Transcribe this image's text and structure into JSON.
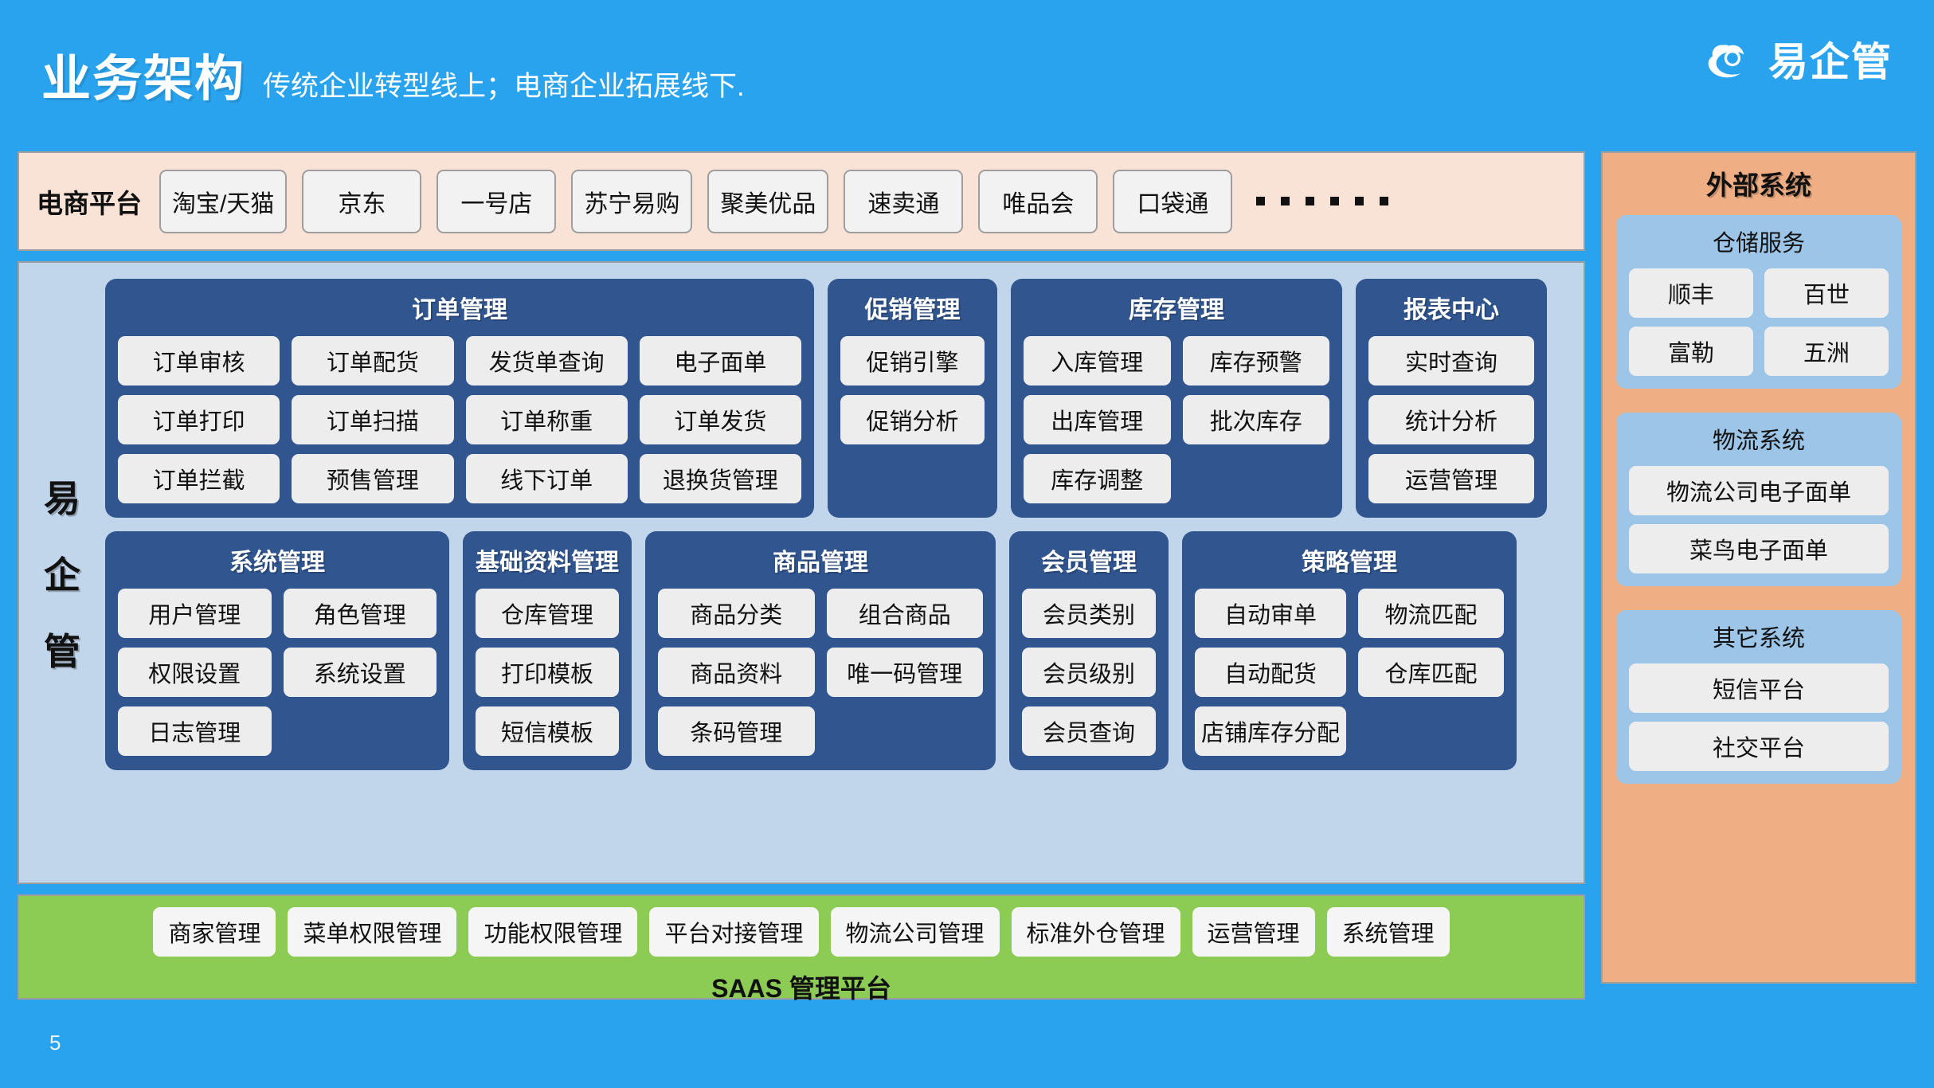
{
  "header": {
    "title": "业务架构",
    "subtitle": "传统企业转型线上；电商企业拓展线下.",
    "logo_text": "易企管",
    "logo_icon": "cloud-icon"
  },
  "colors": {
    "background": "#2AA3EF",
    "ecommerce_strip": "#F9E3D6",
    "panel": "#C2D6EB",
    "card": "#31568F",
    "chip": "#EDEDED",
    "saas": "#8CCC55",
    "external": "#F0AE84",
    "external_group": "#9CC5E8"
  },
  "ecommerce": {
    "label": "电商平台",
    "items": [
      "淘宝/天猫",
      "京东",
      "一号店",
      "苏宁易购",
      "聚美优品",
      "速卖通",
      "唯品会",
      "口袋通"
    ],
    "ellipsis_dots": 6
  },
  "brand_vertical": [
    "易",
    "企",
    "管"
  ],
  "panel_rows": [
    [
      {
        "title": "订单管理",
        "columns": 4,
        "items": [
          "订单审核",
          "订单配货",
          "发货单查询",
          "电子面单",
          "订单打印",
          "订单扫描",
          "订单称重",
          "订单发货",
          "订单拦截",
          "预售管理",
          "线下订单",
          "退换货管理"
        ]
      },
      {
        "title": "促销管理",
        "columns": 1,
        "items": [
          "促销引擎",
          "促销分析"
        ]
      },
      {
        "title": "库存管理",
        "columns": 2,
        "items": [
          "入库管理",
          "库存预警",
          "出库管理",
          "批次库存",
          "库存调整"
        ]
      },
      {
        "title": "报表中心",
        "columns": 1,
        "items": [
          "实时查询",
          "统计分析",
          "运营管理"
        ]
      }
    ],
    [
      {
        "title": "系统管理",
        "columns": 2,
        "items": [
          "用户管理",
          "角色管理",
          "权限设置",
          "系统设置",
          "日志管理"
        ]
      },
      {
        "title": "基础资料管理",
        "columns": 1,
        "items": [
          "仓库管理",
          "打印模板",
          "短信模板"
        ]
      },
      {
        "title": "商品管理",
        "columns": 2,
        "items": [
          "商品分类",
          "组合商品",
          "商品资料",
          "唯一码管理",
          "条码管理"
        ]
      },
      {
        "title": "会员管理",
        "columns": 1,
        "items": [
          "会员类别",
          "会员级别",
          "会员查询"
        ]
      },
      {
        "title": "策略管理",
        "columns": 2,
        "items": [
          "自动审单",
          "物流匹配",
          "自动配货",
          "仓库匹配",
          "店铺库存分配"
        ]
      }
    ]
  ],
  "saas": {
    "title": "SAAS 管理平台",
    "items": [
      "商家管理",
      "菜单权限管理",
      "功能权限管理",
      "平台对接管理",
      "物流公司管理",
      "标准外仓管理",
      "运营管理",
      "系统管理"
    ]
  },
  "external": {
    "title": "外部系统",
    "groups": [
      {
        "title": "仓储服务",
        "columns": 2,
        "items": [
          "顺丰",
          "百世",
          "富勒",
          "五洲"
        ]
      },
      {
        "title": "物流系统",
        "columns": 1,
        "items": [
          "物流公司电子面单",
          "菜鸟电子面单"
        ]
      },
      {
        "title": "其它系统",
        "columns": 1,
        "items": [
          "短信平台",
          "社交平台"
        ]
      }
    ]
  },
  "page_number": "5"
}
